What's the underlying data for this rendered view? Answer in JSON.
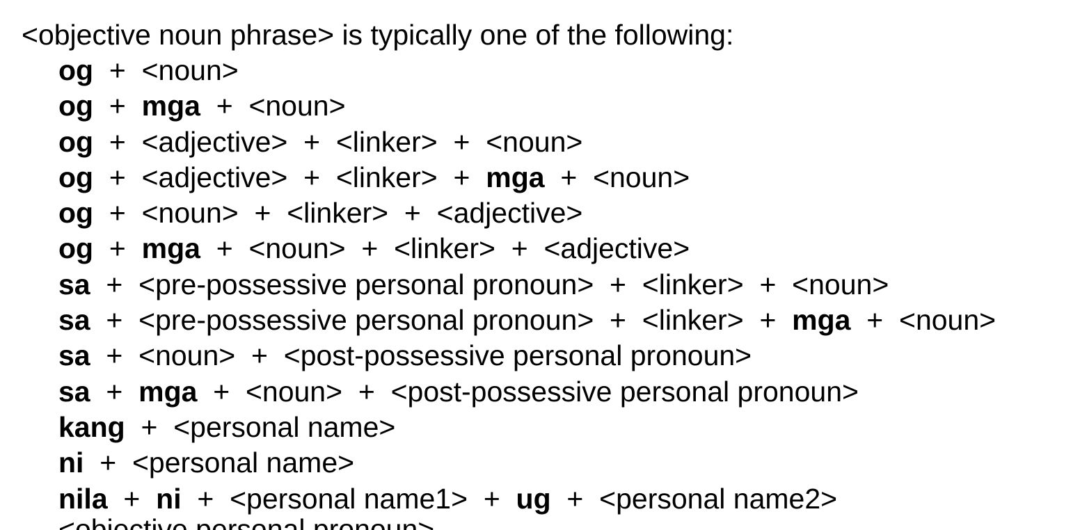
{
  "intro": "<objective noun phrase> is typically one of the following:",
  "rules": [
    [
      {
        "t": "og",
        "b": true
      },
      {
        "t": "  +  "
      },
      {
        "t": "<noun>"
      }
    ],
    [
      {
        "t": "og",
        "b": true
      },
      {
        "t": "  +  "
      },
      {
        "t": "mga",
        "b": true
      },
      {
        "t": "  +  "
      },
      {
        "t": "<noun>"
      }
    ],
    [
      {
        "t": "og",
        "b": true
      },
      {
        "t": "  +  "
      },
      {
        "t": "<adjective>"
      },
      {
        "t": "  +  "
      },
      {
        "t": "<linker>"
      },
      {
        "t": "  +  "
      },
      {
        "t": "<noun>"
      }
    ],
    [
      {
        "t": "og",
        "b": true
      },
      {
        "t": "  +  "
      },
      {
        "t": "<adjective>"
      },
      {
        "t": "  +  "
      },
      {
        "t": "<linker>"
      },
      {
        "t": "  +  "
      },
      {
        "t": "mga",
        "b": true
      },
      {
        "t": "  +  "
      },
      {
        "t": "<noun>"
      }
    ],
    [
      {
        "t": "og",
        "b": true
      },
      {
        "t": "  +  "
      },
      {
        "t": "<noun>"
      },
      {
        "t": "  +  "
      },
      {
        "t": "<linker>"
      },
      {
        "t": "  +  "
      },
      {
        "t": "<adjective>"
      }
    ],
    [
      {
        "t": "og",
        "b": true
      },
      {
        "t": "  +  "
      },
      {
        "t": "mga",
        "b": true
      },
      {
        "t": "  +  "
      },
      {
        "t": "<noun>"
      },
      {
        "t": "  +  "
      },
      {
        "t": "<linker>"
      },
      {
        "t": "  +  "
      },
      {
        "t": "<adjective>"
      }
    ],
    [
      {
        "t": "sa",
        "b": true
      },
      {
        "t": "  +  "
      },
      {
        "t": "<pre-possessive personal pronoun>"
      },
      {
        "t": "  +  "
      },
      {
        "t": "<linker>"
      },
      {
        "t": "  +  "
      },
      {
        "t": "<noun>"
      }
    ],
    [
      {
        "t": "sa",
        "b": true
      },
      {
        "t": "  +  "
      },
      {
        "t": "<pre-possessive personal pronoun>"
      },
      {
        "t": "  +  "
      },
      {
        "t": "<linker>"
      },
      {
        "t": "  +  "
      },
      {
        "t": "mga",
        "b": true
      },
      {
        "t": "  +  "
      },
      {
        "t": "<noun>"
      }
    ],
    [
      {
        "t": "sa",
        "b": true
      },
      {
        "t": "  +  "
      },
      {
        "t": "<noun>"
      },
      {
        "t": "  +  "
      },
      {
        "t": "<post-possessive personal pronoun>"
      }
    ],
    [
      {
        "t": "sa",
        "b": true
      },
      {
        "t": "  +  "
      },
      {
        "t": "mga",
        "b": true
      },
      {
        "t": "  +  "
      },
      {
        "t": "<noun>"
      },
      {
        "t": "  +  "
      },
      {
        "t": "<post-possessive personal pronoun>"
      }
    ],
    [
      {
        "t": "kang",
        "b": true
      },
      {
        "t": "  +  "
      },
      {
        "t": "<personal name>"
      }
    ],
    [
      {
        "t": "ni",
        "b": true
      },
      {
        "t": "  +  "
      },
      {
        "t": "<personal name>"
      }
    ],
    [
      {
        "t": "nila",
        "b": true
      },
      {
        "t": "  +  "
      },
      {
        "t": "ni",
        "b": true
      },
      {
        "t": "  +  "
      },
      {
        "t": "<personal name1>"
      },
      {
        "t": "  +  "
      },
      {
        "t": "ug",
        "b": true
      },
      {
        "t": "  +  "
      },
      {
        "t": "<personal name2>"
      }
    ]
  ],
  "cut_off_line": "<objective personal pronoun>"
}
